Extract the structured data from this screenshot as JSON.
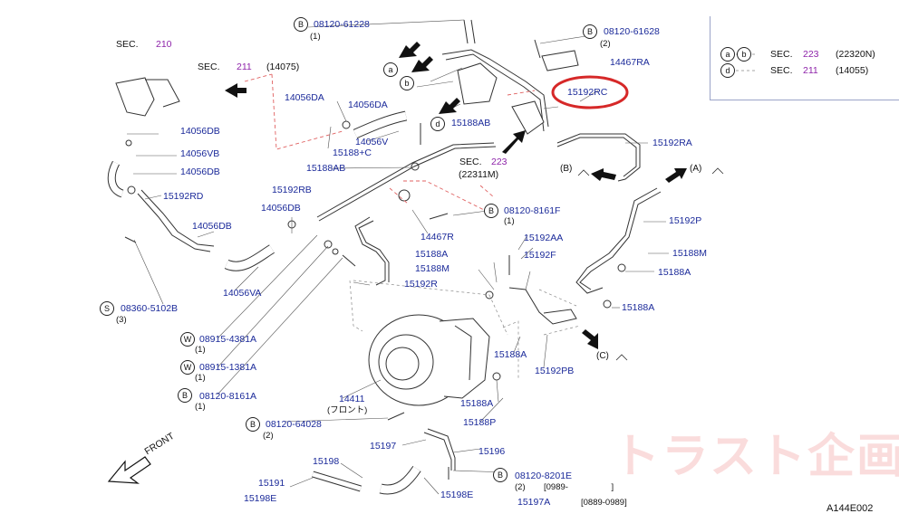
{
  "legend": {
    "row1_text": "SEC.",
    "row1_sec": "223",
    "row1_code": "(22320N)",
    "row2_text": "SEC.",
    "row2_sec": "211",
    "row2_code": "(14055)",
    "markers": [
      "a",
      "b",
      "d"
    ]
  },
  "sections": {
    "sec210_text": "SEC.",
    "sec210_num": "210",
    "sec211_text": "SEC.",
    "sec211_num": "211",
    "sec211_code": "(14075)",
    "sec223_text": "SEC.",
    "sec223_num": "223",
    "sec223_code": "(22311M)"
  },
  "callouts": {
    "c1_num": "08120-61228",
    "c1_qty": "(1)",
    "c2_num": "08120-61628",
    "c2_qty": "(2)",
    "c3_num": "08120-8161F",
    "c3_qty": "(1)",
    "c4_num": "08360-5102B",
    "c4_qty": "(3)",
    "c5_num": "08915-4381A",
    "c5_qty": "(1)",
    "c6_num": "08915-1381A",
    "c6_qty": "(1)",
    "c7_num": "08120-8161A",
    "c7_qty": "(1)",
    "c8_num": "08120-64028",
    "c8_qty": "(2)",
    "c9_num": "08120-8201E",
    "c9_qty": "(2)",
    "c9_date": "[0989-                  ]"
  },
  "parts": {
    "p14467RA": "14467RA",
    "p15192RC": "15192RC",
    "p14056DA": "14056DA",
    "p14056DA2": "14056DA",
    "p14056V": "14056V",
    "p15188C": "15188+C",
    "p15188AB": "15188AB",
    "p15188AB2": "15188AB",
    "p14056DB1": "14056DB",
    "p14056VB": "14056VB",
    "p14056DB2": "14056DB",
    "p15192RD": "15192RD",
    "p14056DB3": "14056DB",
    "p14056DB4": "14056DB",
    "p14056VA": "14056VA",
    "p15192RB": "15192RB",
    "p15192RA": "15192RA",
    "p15192P": "15192P",
    "p15188M": "15188M",
    "p15188A_r": "15188A",
    "p15188A_r2": "15188A",
    "p14467R": "14467R",
    "p15192AA": "15192AA",
    "p15192F": "15192F",
    "p15188A_c": "15188A",
    "p15188M_c": "15188M",
    "p15192R": "15192R",
    "p15188A_m": "15188A",
    "p15192PB": "15192PB",
    "p14411": "14411",
    "p14411_note": "(フロント)",
    "p15188A_b": "15188A",
    "p15188P": "15188P",
    "p15197": "15197",
    "p15196": "15196",
    "p15198": "15198",
    "p15191": "15191",
    "p15198E": "15198E",
    "p15198E2": "15198E",
    "p15197A": "15197A",
    "p15197A_date": "[0889-0989]"
  },
  "markers": {
    "a": "a",
    "b": "b",
    "d": "d",
    "A_label": "(A)",
    "B_label": "(B)",
    "C_label": "(C)",
    "S": "S",
    "W": "W",
    "B": "B"
  },
  "front_label": "FRONT",
  "watermark": "トラスト企画",
  "diagram_code": "A144E002",
  "colors": {
    "part_text": "#1b2a9a",
    "section_number": "#8e24aa",
    "highlight_circle": "#d62828",
    "leader_dashed_red": "#e06060"
  }
}
